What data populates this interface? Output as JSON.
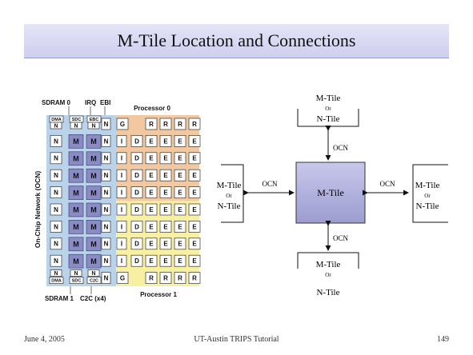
{
  "slide": {
    "title": "M-Tile Location and Connections",
    "footer": {
      "date": "June 4, 2005",
      "center": "UT-Austin TRIPS Tutorial",
      "page": "149"
    }
  },
  "chip": {
    "ocn_label": "On-Chip Network (OCN)",
    "top_labels": {
      "sdram0": "SDRAM 0",
      "irq": "IRQ",
      "ebi": "EBI"
    },
    "top_small": [
      "DMA",
      "SDC",
      "EBC"
    ],
    "bottom_small": [
      "DMA",
      "SDC",
      "C2C"
    ],
    "bottom_labels": {
      "sdram1": "SDRAM 1",
      "c2c": "C2C (x4)"
    },
    "processor0": "Processor 0",
    "processor1": "Processor 1",
    "col_n": "N",
    "col_m": "M",
    "col_i": "I",
    "row_top": [
      "G",
      "R",
      "R",
      "R",
      "R"
    ],
    "row_mid": [
      "D",
      "E",
      "E",
      "E",
      "E"
    ],
    "row_bottom": [
      "G",
      "R",
      "R",
      "R",
      "R"
    ],
    "rows_m_count": 8
  },
  "diagram": {
    "center": "M-Tile",
    "neighbor_line1": "M-Tile",
    "neighbor_line2": "Or",
    "neighbor_line3": "N-Tile",
    "link": "OCN"
  },
  "colors": {
    "title_bar": "#d6d6f2",
    "ocn_band": "#b9d3ea",
    "m_tile": "#8a8ac4",
    "processor0_bg": "#f2c8a0",
    "processor1_bg": "#f7efa2",
    "center_tile": "#b4b4de"
  }
}
